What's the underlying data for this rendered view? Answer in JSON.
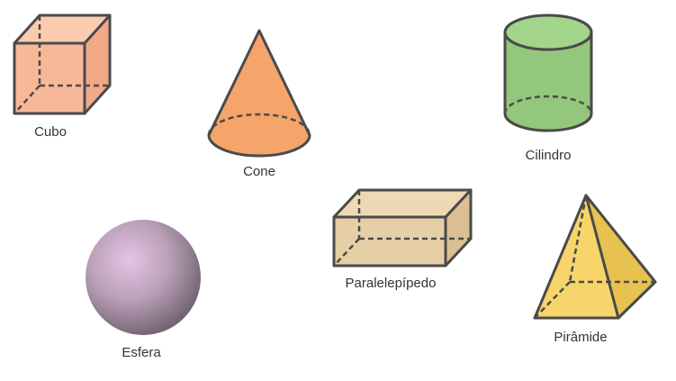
{
  "shapes": {
    "cube": {
      "label": "Cubo",
      "icon": "cube-icon",
      "color": "#f8b898"
    },
    "cone": {
      "label": "Cone",
      "icon": "cone-icon",
      "color": "#f5a46a"
    },
    "cylinder": {
      "label": "Cilindro",
      "icon": "cylinder-icon",
      "color": "#92c77c"
    },
    "sphere": {
      "label": "Esfera",
      "icon": "sphere-icon",
      "color": "#b49ab0"
    },
    "parallelepiped": {
      "label": "Paralelepípedo",
      "icon": "parallelepiped-icon",
      "color": "#e6cfa6"
    },
    "pyramid": {
      "label": "Pirâmide",
      "icon": "pyramid-icon",
      "color": "#f7d56a"
    }
  },
  "colors": {
    "edge": "#4a4a4a",
    "text": "#333333"
  }
}
